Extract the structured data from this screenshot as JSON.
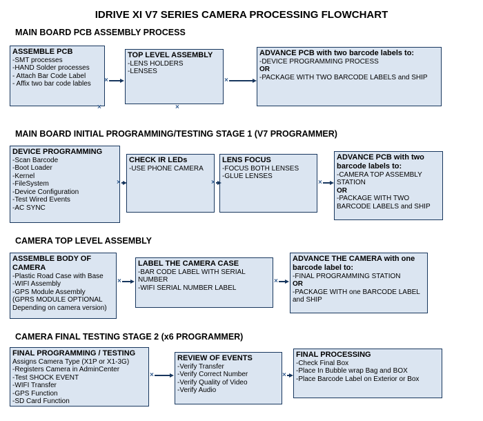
{
  "title": "IDRIVE XI V7 SERIES CAMERA PROCESSING FLOWCHART",
  "colors": {
    "background": "#ffffff",
    "box_fill": "#dbe5f1",
    "box_border": "#17365d",
    "arrow": "#17365d",
    "connector_mark": "#365f91",
    "text": "#000000"
  },
  "icons": {
    "connector_x": "×"
  },
  "sections": [
    {
      "header": "MAIN BOARD PCB ASSEMBLY PROCESS",
      "boxes": [
        {
          "title": "ASSEMBLE PCB",
          "lines": [
            "-SMT processes",
            "-HAND Solder processes",
            "- Attach Bar Code Label",
            "- Affix two bar code lables"
          ]
        },
        {
          "title": "TOP LEVEL ASSEMBLY",
          "lines": [
            "-LENS HOLDERS",
            "-LENSES"
          ]
        },
        {
          "title": "ADVANCE PCB with two barcode labels to:",
          "lines": [
            "-DEVICE PROGRAMMING PROCESS",
            "OR",
            "-PACKAGE WITH TWO BARCODE LABELS and SHIP"
          ]
        }
      ]
    },
    {
      "header": "MAIN BOARD INITIAL PROGRAMMING/TESTING STAGE 1 (V7 PROGRAMMER)",
      "boxes": [
        {
          "title": "DEVICE PROGRAMMING",
          "lines": [
            "-Scan Barcode",
            "-Boot Loader",
            "-Kernel",
            "-FileSystem",
            "-Device Configuration",
            "-Test Wired Events",
            "-AC SYNC"
          ]
        },
        {
          "title": "CHECK IR LEDs",
          "lines": [
            "-USE PHONE CAMERA"
          ]
        },
        {
          "title": "LENS FOCUS",
          "lines": [
            "-FOCUS BOTH LENSES",
            "-GLUE LENSES"
          ]
        },
        {
          "title": "ADVANCE PCB with two barcode labels to:",
          "lines": [
            "-CAMERA TOP ASSEMBLY STATION",
            "OR",
            "-PACKAGE WITH TWO BARCODE LABELS and SHIP"
          ]
        }
      ]
    },
    {
      "header": "CAMERA TOP LEVEL ASSEMBLY",
      "boxes": [
        {
          "title": "ASSEMBLE BODY OF CAMERA",
          "lines": [
            "-Plastic Road Case with Base",
            "-WIFI Assembly",
            "-GPS Module Assembly",
            "(GPRS MODULE OPTIONAL",
            "Depending on camera version)"
          ]
        },
        {
          "title": "LABEL THE CAMERA CASE",
          "lines": [
            "-BAR CODE LABEL WITH SERIAL NUMBER",
            "-WIFI SERIAL NUMBER LABEL"
          ]
        },
        {
          "title": "ADVANCE THE CAMERA with one barcode label to:",
          "lines": [
            "-FINAL PROGRAMMING STATION",
            "OR",
            "-PACKAGE WITH one BARCODE LABEL and SHIP"
          ]
        }
      ]
    },
    {
      "header": "CAMERA FINAL TESTING STAGE 2 (x6 PROGRAMMER)",
      "boxes": [
        {
          "title": "FINAL PROGRAMMING / TESTING",
          "lines": [
            "Assigns Camera Type (X1P or X1-3G)",
            "-Registers Camera in AdminCenter",
            "-Test SHOCK EVENT",
            "-WIFI Transfer",
            "-GPS Function",
            "-SD Card Function"
          ]
        },
        {
          "title": "REVIEW OF EVENTS",
          "lines": [
            "-Verify Transfer",
            "-Verify Correct Number",
            "-Verify Quality of Video",
            "-Verify Audio"
          ]
        },
        {
          "title": "FINAL PROCESSING",
          "lines": [
            "-Check Final Box",
            "-Place In Bubble wrap Bag and BOX",
            "-Place Barcode Label on Exterior or Box"
          ]
        }
      ]
    }
  ]
}
